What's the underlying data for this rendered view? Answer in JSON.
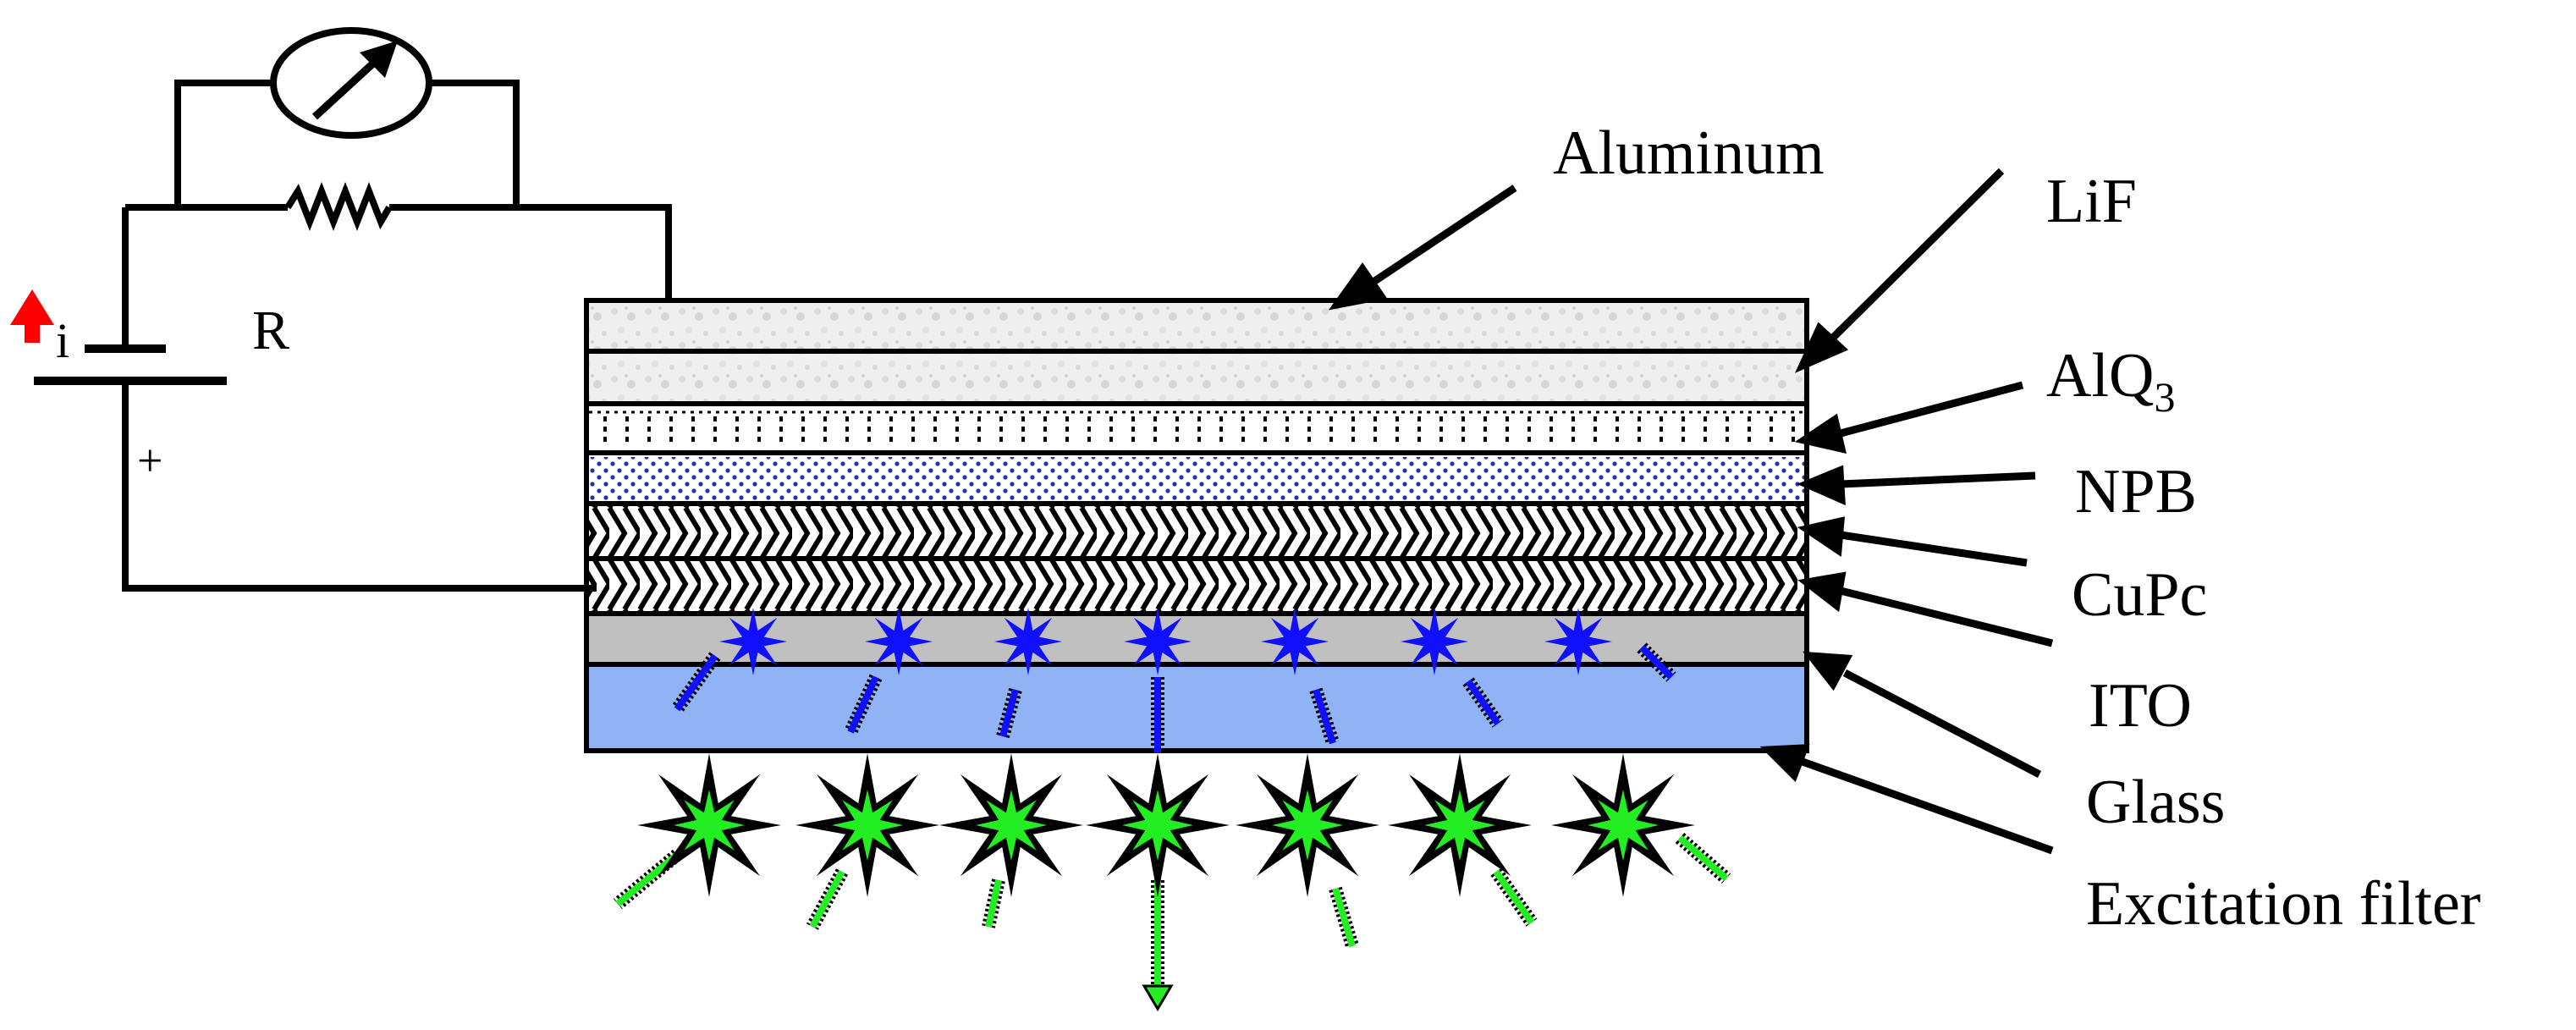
{
  "labels": {
    "aluminum": "Aluminum",
    "lif": "LiF",
    "alq3_main": "AlQ",
    "alq3_sub": "3",
    "npb": "NPB",
    "cupc": "CuPc",
    "ito": "ITO",
    "glass": "Glass",
    "excitation_filter": "Excitation filter",
    "resistor": "R",
    "current": "i",
    "plus": "+"
  },
  "colors": {
    "stroke": "#000000",
    "current_arrow": "#ff0000",
    "ito_layer": "#c0c0c0",
    "glass_layer": "#8fb3f4",
    "blue_star": "#1010ff",
    "green_star": "#22ee22",
    "npb_dots": "#2030c0"
  },
  "icons": {
    "meter": "ammeter-gauge-icon",
    "resistor": "resistor-zigzag-icon",
    "battery": "battery-icon"
  }
}
